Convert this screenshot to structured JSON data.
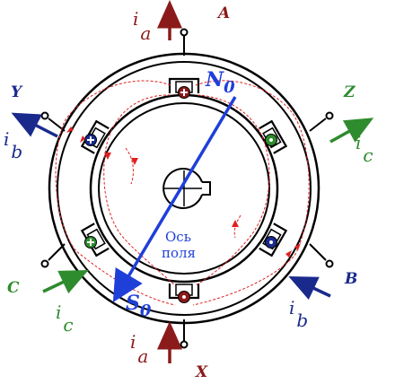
{
  "phases": {
    "A": "A",
    "X": "X",
    "B": "B",
    "Y": "Y",
    "C": "C",
    "Z": "Z"
  },
  "currents": {
    "ia_top": {
      "main": "i",
      "sub": "a"
    },
    "ia_bottom": {
      "main": "i",
      "sub": "a"
    },
    "ib_left": {
      "main": "i",
      "sub": "b"
    },
    "ib_right": {
      "main": "i",
      "sub": "b"
    },
    "ic_left": {
      "main": "i",
      "sub": "c"
    },
    "ic_right": {
      "main": "i",
      "sub": "c"
    }
  },
  "poles": {
    "north": {
      "main": "N",
      "sub": "0"
    },
    "south": {
      "main": "S",
      "sub": "0"
    }
  },
  "axis_label": {
    "line1": "Ось",
    "line2": "поля"
  },
  "colors": {
    "phase_a": "#8b1a1a",
    "phase_b": "#1a2a8c",
    "phase_c": "#2e8b2e",
    "field_axis": "#1f3fd9",
    "flux_lines": "#e02020",
    "outline": "#000000"
  }
}
